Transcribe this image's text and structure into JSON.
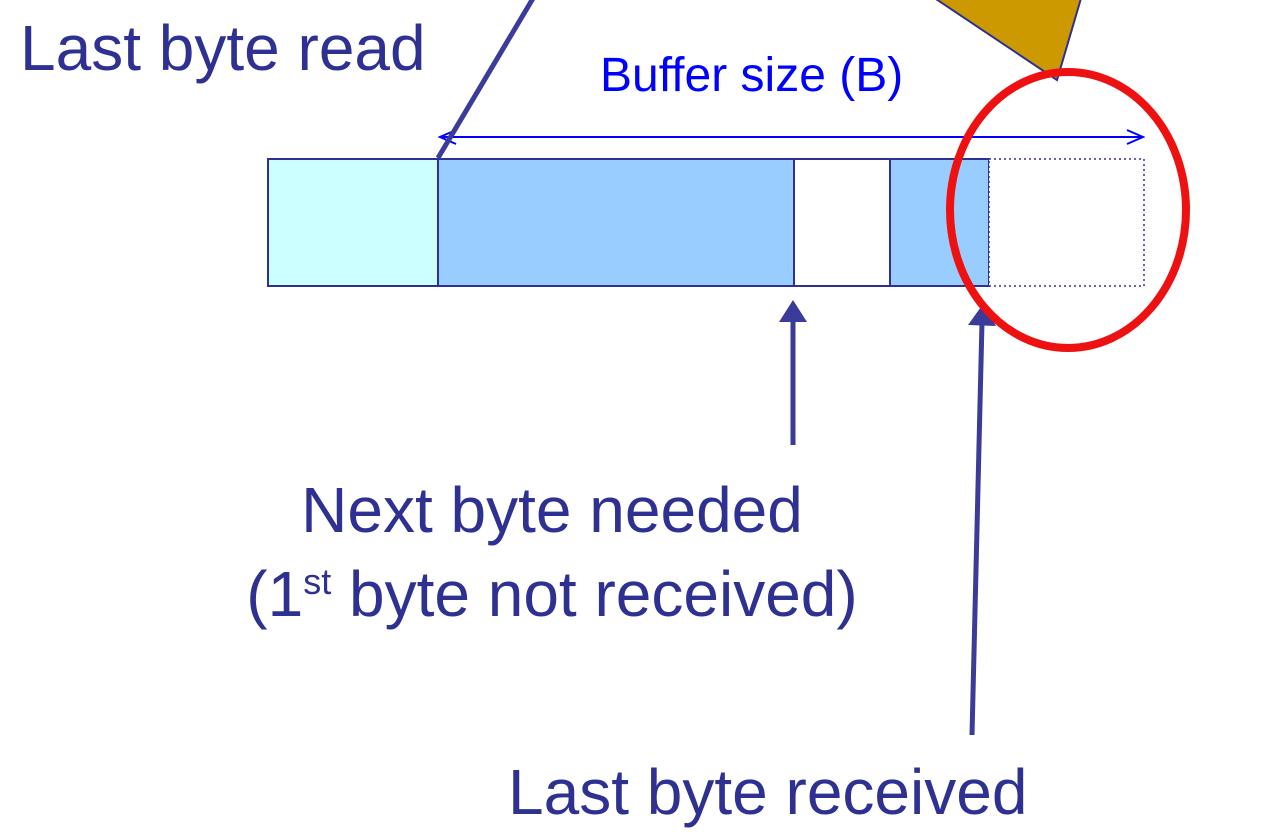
{
  "labels": {
    "last_byte_read": "Last byte read",
    "buffer_size": "Buffer size (B)",
    "next_byte_needed_line1": "Next byte needed",
    "next_byte_needed_line2_prefix": "(1",
    "next_byte_needed_line2_sup": "st",
    "next_byte_needed_line2_suffix": " byte not received)",
    "last_byte_received": "Last byte received"
  },
  "colors": {
    "label_text": "#2e3192",
    "buffer_label_text": "#0000ff",
    "pointer_arrow": "#3b3b99",
    "consumed_segment_fill": "#ccffff",
    "received_segment_fill": "#99ccff",
    "empty_segment_fill": "#ffffff",
    "segment_outline": "#2e3192",
    "buffer_size_arrow": "#0000ff",
    "highlight_ellipse": "#ee1111",
    "pointer_triangle_fill": "#cc9900",
    "pointer_triangle_outline": "#2e3192"
  },
  "buffer_segments": [
    {
      "name": "consumed",
      "fill_key": "consumed_segment_fill"
    },
    {
      "name": "received-contiguous",
      "fill_key": "received_segment_fill"
    },
    {
      "name": "gap-not-received",
      "fill_key": "empty_segment_fill"
    },
    {
      "name": "received-out-of-order",
      "fill_key": "received_segment_fill"
    },
    {
      "name": "free-space",
      "fill_key": "empty_segment_fill",
      "dotted": true
    }
  ]
}
